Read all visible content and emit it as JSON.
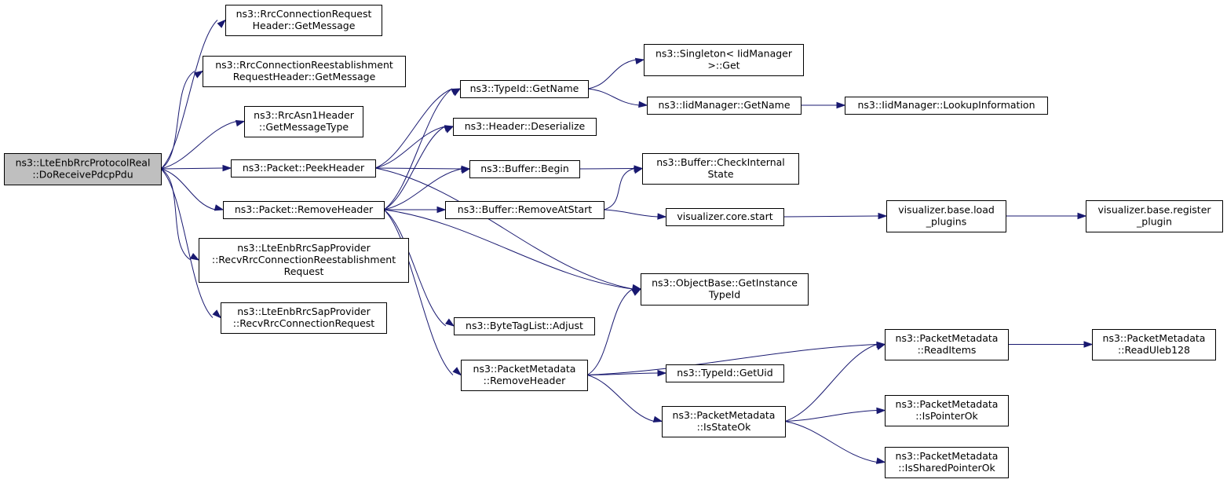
{
  "nodes": {
    "root": [
      "ns3::LteEnbRrcProtocolReal",
      "::DoReceivePdcpPdu"
    ],
    "rrc_conn_req_getmsg": [
      "ns3::RrcConnectionRequest",
      "Header::GetMessage"
    ],
    "rrc_reest_getmsg": [
      "ns3::RrcConnectionReestablishment",
      "RequestHeader::GetMessage"
    ],
    "rrc_asn1_getmsgtype": [
      "ns3::RrcAsn1Header",
      "::GetMessageType"
    ],
    "packet_peekheader": [
      "ns3::Packet::PeekHeader"
    ],
    "packet_removeheader": [
      "ns3::Packet::RemoveHeader"
    ],
    "sap_recv_reest": [
      "ns3::LteEnbRrcSapProvider",
      "::RecvRrcConnectionReestablishment",
      "Request"
    ],
    "sap_recv_conn": [
      "ns3::LteEnbRrcSapProvider",
      "::RecvRrcConnectionRequest"
    ],
    "typeid_getname": [
      "ns3::TypeId::GetName"
    ],
    "header_deserialize": [
      "ns3::Header::Deserialize"
    ],
    "buffer_begin": [
      "ns3::Buffer::Begin"
    ],
    "buffer_removeatstart": [
      "ns3::Buffer::RemoveAtStart"
    ],
    "bytetaglist_adjust": [
      "ns3::ByteTagList::Adjust"
    ],
    "pm_removeheader": [
      "ns3::PacketMetadata",
      "::RemoveHeader"
    ],
    "singleton_get": [
      "ns3::Singleton< IidManager",
      ">::Get"
    ],
    "iidmanager_getname": [
      "ns3::IidManager::GetName"
    ],
    "buffer_checkinternal": [
      "ns3::Buffer::CheckInternal",
      "State"
    ],
    "viz_core_start": [
      "visualizer.core.start"
    ],
    "objectbase_getinstance": [
      "ns3::ObjectBase::GetInstance",
      "TypeId"
    ],
    "typeid_getuid": [
      "ns3::TypeId::GetUid"
    ],
    "pm_isstateok": [
      "ns3::PacketMetadata",
      "::IsStateOk"
    ],
    "iidmanager_lookup": [
      "ns3::IidManager::LookupInformation"
    ],
    "viz_base_loadplugins": [
      "visualizer.base.load",
      "_plugins"
    ],
    "pm_readitems": [
      "ns3::PacketMetadata",
      "::ReadItems"
    ],
    "pm_ispointerok": [
      "ns3::PacketMetadata",
      "::IsPointerOk"
    ],
    "pm_issharedpointerok": [
      "ns3::PacketMetadata",
      "::IsSharedPointerOk"
    ],
    "viz_base_registerplugin": [
      "visualizer.base.register",
      "_plugin"
    ],
    "pm_readuleb128": [
      "ns3::PacketMetadata",
      "::ReadUleb128"
    ]
  },
  "edges": [
    [
      "root",
      "rrc_conn_req_getmsg"
    ],
    [
      "root",
      "rrc_reest_getmsg"
    ],
    [
      "root",
      "rrc_asn1_getmsgtype"
    ],
    [
      "root",
      "packet_peekheader"
    ],
    [
      "root",
      "packet_removeheader"
    ],
    [
      "root",
      "sap_recv_reest"
    ],
    [
      "root",
      "sap_recv_conn"
    ],
    [
      "packet_peekheader",
      "typeid_getname"
    ],
    [
      "packet_peekheader",
      "header_deserialize"
    ],
    [
      "packet_peekheader",
      "buffer_begin"
    ],
    [
      "packet_peekheader",
      "objectbase_getinstance"
    ],
    [
      "packet_removeheader",
      "typeid_getname"
    ],
    [
      "packet_removeheader",
      "header_deserialize"
    ],
    [
      "packet_removeheader",
      "buffer_begin"
    ],
    [
      "packet_removeheader",
      "buffer_removeatstart"
    ],
    [
      "packet_removeheader",
      "objectbase_getinstance"
    ],
    [
      "packet_removeheader",
      "bytetaglist_adjust"
    ],
    [
      "packet_removeheader",
      "pm_removeheader"
    ],
    [
      "typeid_getname",
      "singleton_get"
    ],
    [
      "typeid_getname",
      "iidmanager_getname"
    ],
    [
      "iidmanager_getname",
      "iidmanager_lookup"
    ],
    [
      "buffer_begin",
      "buffer_checkinternal"
    ],
    [
      "buffer_removeatstart",
      "buffer_checkinternal"
    ],
    [
      "buffer_removeatstart",
      "viz_core_start"
    ],
    [
      "viz_core_start",
      "viz_base_loadplugins"
    ],
    [
      "viz_base_loadplugins",
      "viz_base_registerplugin"
    ],
    [
      "pm_removeheader",
      "objectbase_getinstance"
    ],
    [
      "pm_removeheader",
      "pm_readitems"
    ],
    [
      "pm_removeheader",
      "typeid_getuid"
    ],
    [
      "pm_removeheader",
      "pm_isstateok"
    ],
    [
      "pm_isstateok",
      "pm_readitems"
    ],
    [
      "pm_isstateok",
      "pm_ispointerok"
    ],
    [
      "pm_isstateok",
      "pm_issharedpointerok"
    ],
    [
      "pm_readitems",
      "pm_readuleb128"
    ]
  ],
  "colors": {
    "edge": "#191970",
    "root_fill": "#bfbfbf",
    "node_fill": "#ffffff",
    "node_stroke": "#000000"
  }
}
